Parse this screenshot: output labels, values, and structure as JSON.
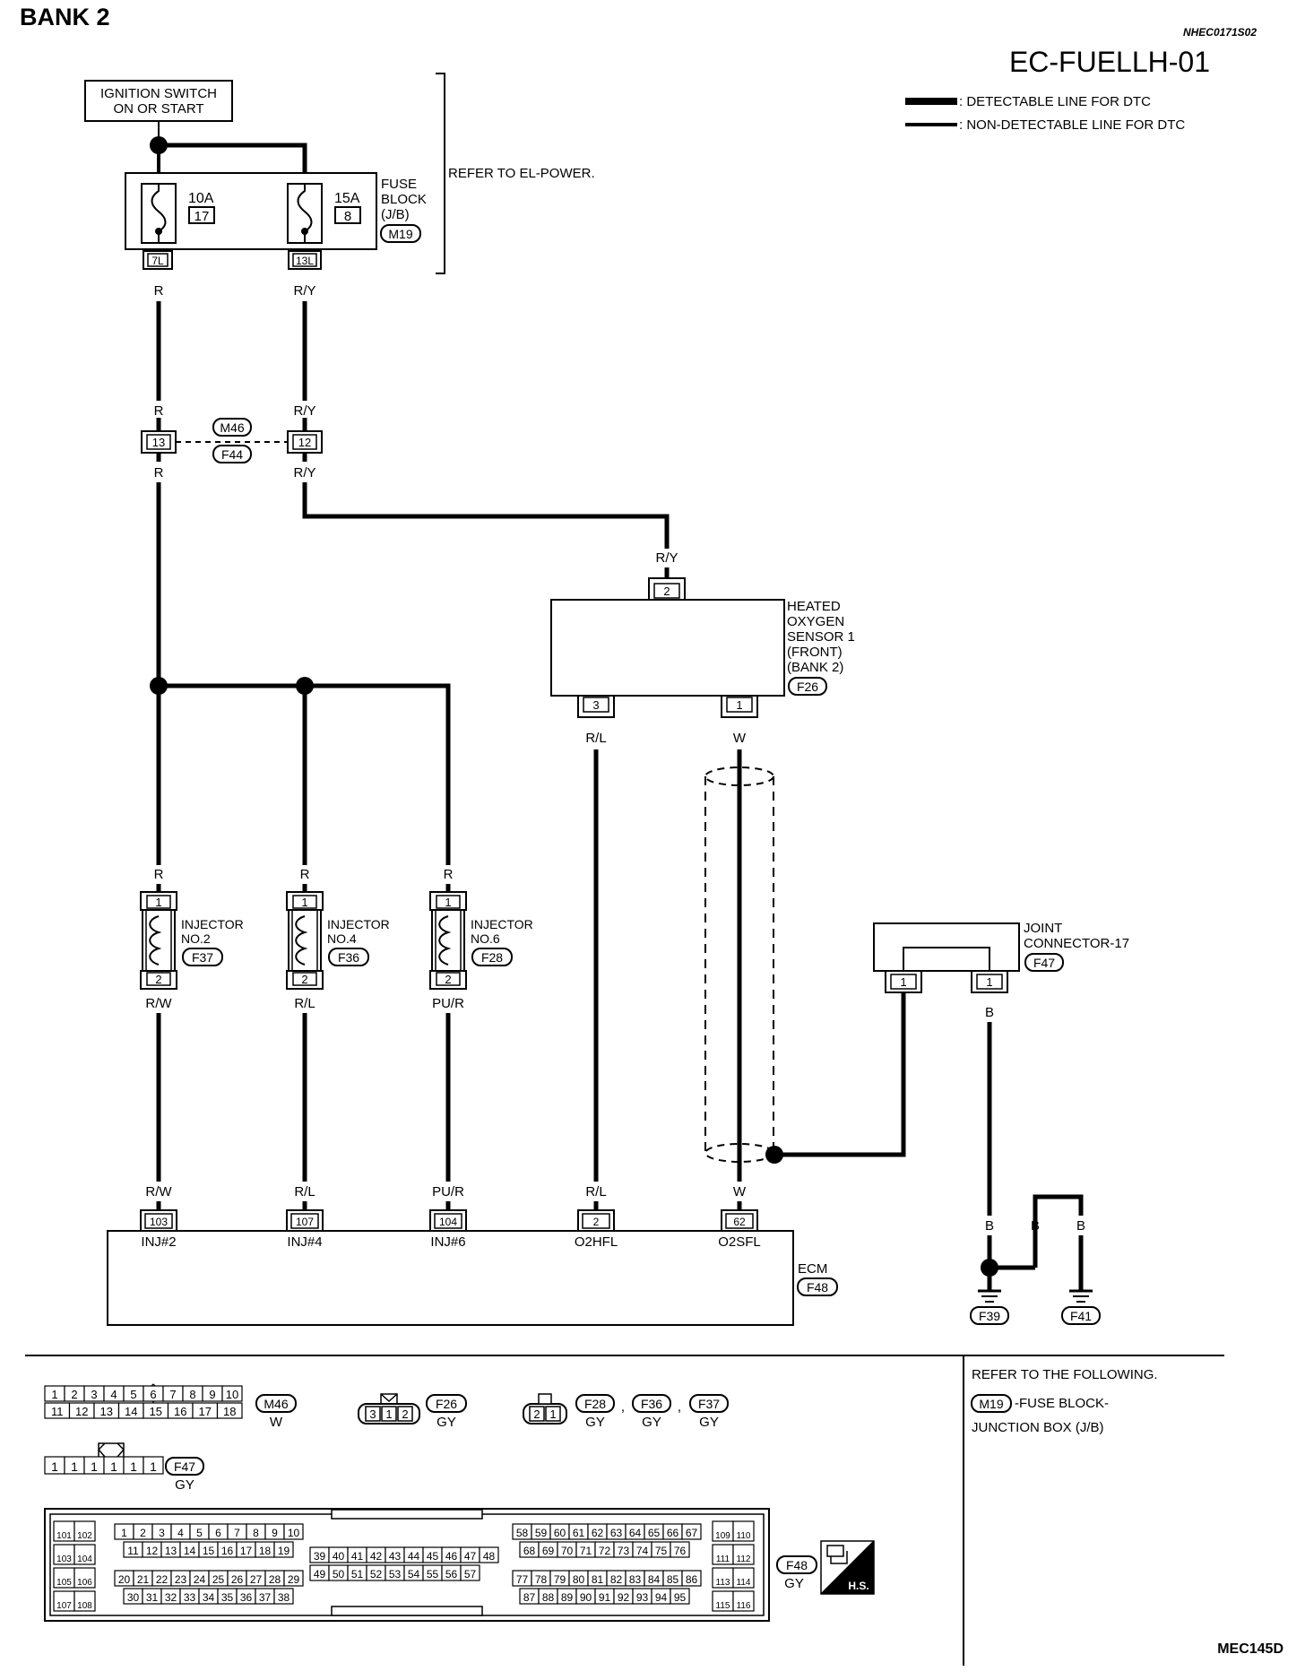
{
  "header": {
    "title": "BANK 2",
    "doc_code": "NHEC0171S02",
    "diagram_id": "EC-FUELLH-01",
    "figure_code": "MEC145D"
  },
  "legend": {
    "detectable": ": DETECTABLE LINE FOR DTC",
    "non_detectable": ": NON-DETECTABLE LINE FOR DTC"
  },
  "power": {
    "ignition_line1": "IGNITION SWITCH",
    "ignition_line2": "ON OR START",
    "refer": "REFER TO EL-POWER.",
    "fuse_block_lines": [
      "FUSE",
      "BLOCK",
      "(J/B)"
    ],
    "fuse_block_conn": "M19",
    "fuses": [
      {
        "amp": "10A",
        "num": "17",
        "term": "7L",
        "wire": "R"
      },
      {
        "amp": "15A",
        "num": "8",
        "term": "13L",
        "wire": "R/Y"
      }
    ]
  },
  "harness": {
    "conn_top": "M46",
    "conn_bottom": "F44",
    "pins": [
      "13",
      "12"
    ],
    "wires_top": [
      "R",
      "R/Y"
    ],
    "wires_bottom": [
      "R",
      "R/Y"
    ]
  },
  "o2_sensor": {
    "lines": [
      "HEATED",
      "OXYGEN",
      "SENSOR 1",
      "(FRONT)",
      "(BANK 2)"
    ],
    "conn": "F26",
    "pin_top": "2",
    "wire_top": "R/Y",
    "pins_bottom": [
      "3",
      "1"
    ],
    "wires_bottom": [
      "R/L",
      "W"
    ]
  },
  "injectors": [
    {
      "line1": "INJECTOR",
      "line2": "NO.2",
      "conn": "F37",
      "wire_in": "R",
      "wire_out": "R/W",
      "pin_top": "1",
      "pin_bottom": "2"
    },
    {
      "line1": "INJECTOR",
      "line2": "NO.4",
      "conn": "F36",
      "wire_in": "R",
      "wire_out": "R/L",
      "pin_top": "1",
      "pin_bottom": "2"
    },
    {
      "line1": "INJECTOR",
      "line2": "NO.6",
      "conn": "F28",
      "wire_in": "R",
      "wire_out": "PU/R",
      "pin_top": "1",
      "pin_bottom": "2"
    }
  ],
  "joint": {
    "lines": [
      "JOINT",
      "CONNECTOR-17"
    ],
    "conn": "F47",
    "pins": [
      "1",
      "1"
    ],
    "wire": "B"
  },
  "ecm": {
    "label": "ECM",
    "conn": "F48",
    "terminals": [
      {
        "wire": "R/W",
        "pin": "103",
        "name": "INJ#2"
      },
      {
        "wire": "R/L",
        "pin": "107",
        "name": "INJ#4"
      },
      {
        "wire": "PU/R",
        "pin": "104",
        "name": "INJ#6"
      },
      {
        "wire": "R/L",
        "pin": "2",
        "name": "O2HFL"
      },
      {
        "wire": "W",
        "pin": "62",
        "name": "O2SFL"
      }
    ]
  },
  "ground": {
    "wires": [
      "B",
      "B",
      "B"
    ],
    "conns": [
      "F39",
      "F41"
    ]
  },
  "connector_views": {
    "m46": {
      "conn": "M46",
      "color": "W",
      "row1": [
        "1",
        "2",
        "3",
        "4",
        "5",
        "6",
        "7",
        "8",
        "9",
        "10"
      ],
      "row2": [
        "11",
        "12",
        "13",
        "14",
        "15",
        "16",
        "17",
        "18"
      ]
    },
    "f26": {
      "conn": "F26",
      "color": "GY",
      "pins": [
        "3",
        "1",
        "2"
      ]
    },
    "inj": {
      "pins": [
        "2",
        "1"
      ],
      "conns": [
        "F28",
        "F36",
        "F37"
      ],
      "colors": [
        "GY",
        "GY",
        "GY"
      ]
    },
    "f47": {
      "conn": "F47",
      "color": "GY",
      "pins": [
        "1",
        "1",
        "1",
        "1",
        "1",
        "1"
      ]
    },
    "f48": {
      "conn": "F48",
      "color": "GY",
      "hs": "H.S.",
      "left_rows": [
        [
          "101",
          "102"
        ],
        [
          "103",
          "104"
        ],
        [
          "105",
          "106"
        ],
        [
          "107",
          "108"
        ]
      ],
      "right_rows": [
        [
          "109",
          "110"
        ],
        [
          "111",
          "112"
        ],
        [
          "113",
          "114"
        ],
        [
          "115",
          "116"
        ]
      ],
      "g1_row1": [
        "1",
        "2",
        "3",
        "4",
        "5",
        "6",
        "7",
        "8",
        "9",
        "10"
      ],
      "g1_row2": [
        "11",
        "12",
        "13",
        "14",
        "15",
        "16",
        "17",
        "18",
        "19"
      ],
      "g1_row3": [
        "20",
        "21",
        "22",
        "23",
        "24",
        "25",
        "26",
        "27",
        "28",
        "29"
      ],
      "g1_row4": [
        "30",
        "31",
        "32",
        "33",
        "34",
        "35",
        "36",
        "37",
        "38"
      ],
      "g2_row1": [
        "39",
        "40",
        "41",
        "42",
        "43",
        "44",
        "45",
        "46",
        "47",
        "48"
      ],
      "g2_row2": [
        "49",
        "50",
        "51",
        "52",
        "53",
        "54",
        "55",
        "56",
        "57"
      ],
      "g3_row1": [
        "58",
        "59",
        "60",
        "61",
        "62",
        "63",
        "64",
        "65",
        "66",
        "67"
      ],
      "g3_row2": [
        "68",
        "69",
        "70",
        "71",
        "72",
        "73",
        "74",
        "75",
        "76"
      ],
      "g3_row3": [
        "77",
        "78",
        "79",
        "80",
        "81",
        "82",
        "83",
        "84",
        "85",
        "86"
      ],
      "g3_row4": [
        "87",
        "88",
        "89",
        "90",
        "91",
        "92",
        "93",
        "94",
        "95"
      ]
    }
  },
  "refer_box": {
    "line1": "REFER TO THE FOLLOWING.",
    "conn": "M19",
    "line2": "-FUSE BLOCK-",
    "line3": "JUNCTION BOX (J/B)"
  }
}
